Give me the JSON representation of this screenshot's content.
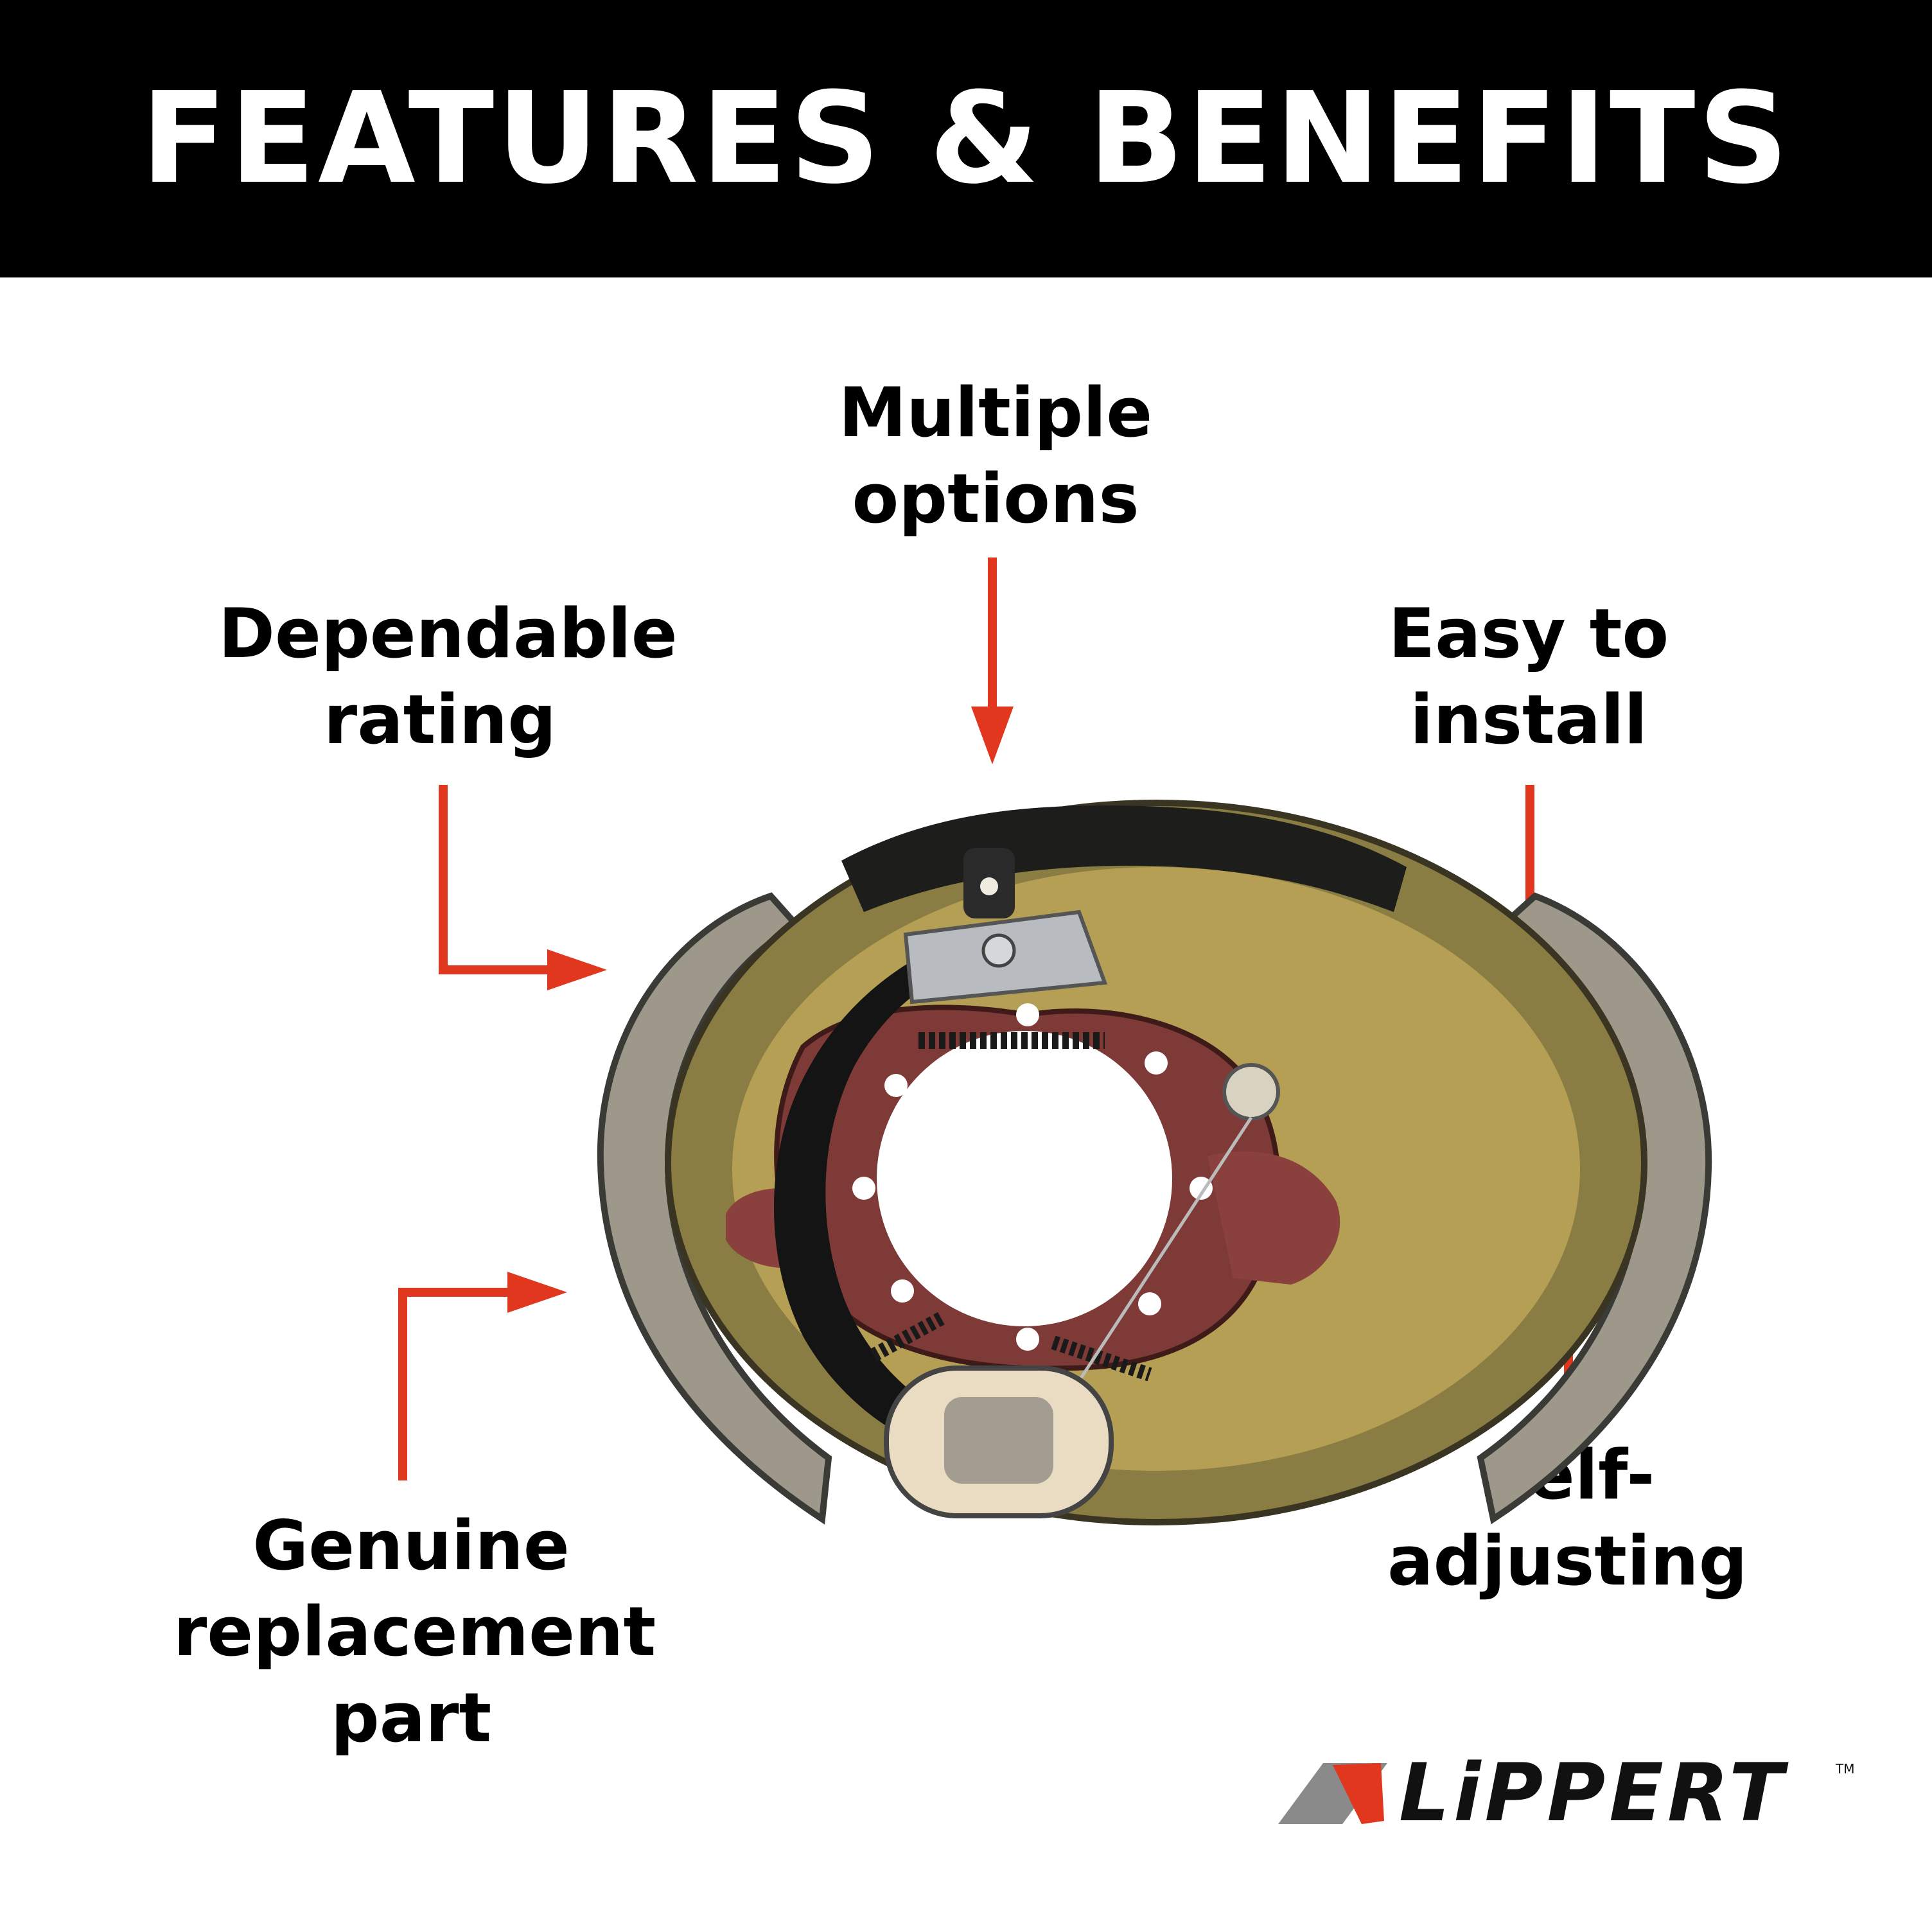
{
  "header": {
    "title": "FEATURES & BENEFITS"
  },
  "features": {
    "multiple_options": [
      "Multiple",
      "options"
    ],
    "dependable_rating": [
      "Dependable",
      "rating"
    ],
    "easy_to_install": [
      "Easy to",
      "install"
    ],
    "genuine_replacement": [
      "Genuine",
      "replacement",
      "part"
    ],
    "self_adjusting": [
      "Self-",
      "adjusting"
    ]
  },
  "logo": {
    "text": "LiPPERT",
    "tm": "TM"
  },
  "colors": {
    "accent": "#E1371E",
    "header_bg": "#000000",
    "background": "#FFFFFF"
  }
}
